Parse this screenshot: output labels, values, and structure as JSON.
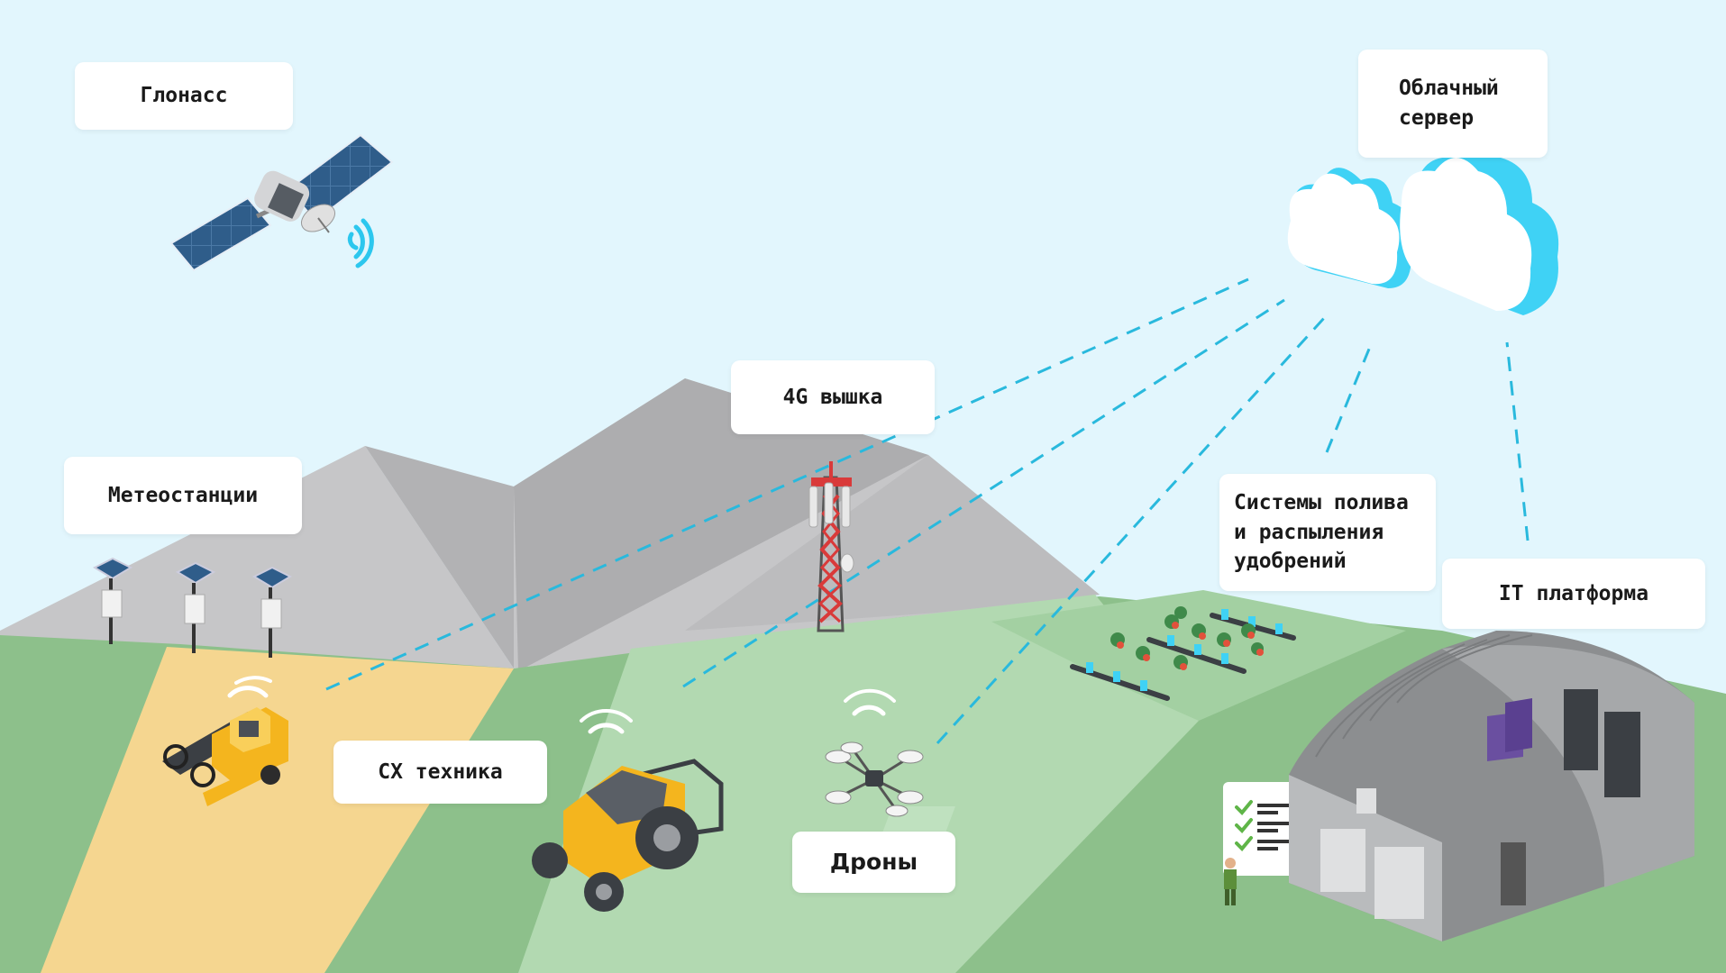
{
  "labels": {
    "glonass": "Глонасс",
    "cloud_server": "Облачный\nсервер",
    "tower_4g": "4G вышка",
    "weather_stations": "Метеостанции",
    "irrigation": "Системы полива\nи распыления\nудобрений",
    "it_platform": "IT платформа",
    "ag_machinery": "СХ техника",
    "drones": "Дроны"
  },
  "colors": {
    "sky": "#e2f6fd",
    "mountain_light": "#c4c4c6",
    "mountain_dark": "#a9a9ab",
    "field_green": "#8cc18b",
    "field_light": "#b0d8b0",
    "field_yellow": "#f5d690",
    "link_line": "#29b9dd",
    "cloud_accent": "#3fd2f5",
    "machine_yellow": "#f4b51e"
  },
  "icons": {
    "satellite": "satellite-icon",
    "cloud": "cloud-icon",
    "tower": "cell-tower-icon",
    "weather_station": "weather-station-icon",
    "combine": "combine-harvester-icon",
    "tractor": "tractor-icon",
    "drone": "drone-icon",
    "irrigation": "irrigation-icon",
    "hangar": "hangar-icon",
    "checklist": "checklist-icon",
    "farmer": "farmer-icon",
    "wifi": "wifi-signal-icon"
  }
}
